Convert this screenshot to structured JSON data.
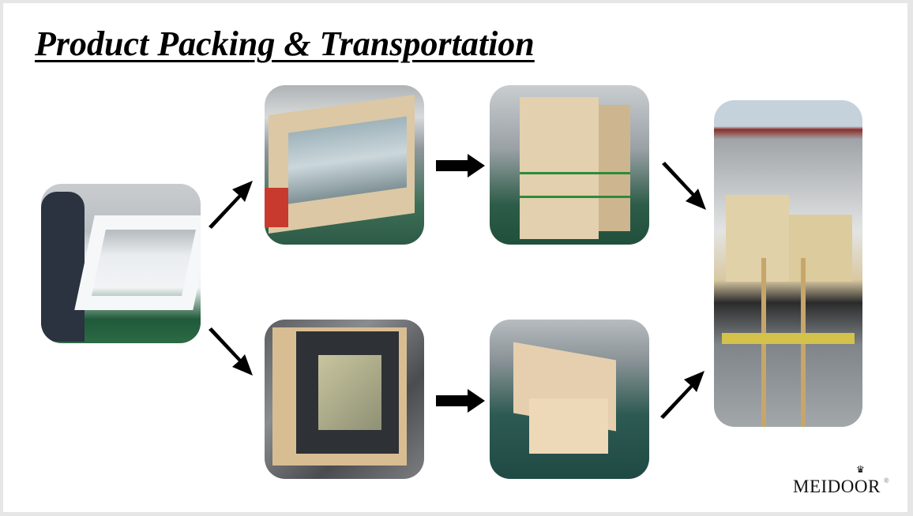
{
  "title": "Product Packing & Transportation",
  "photos": [
    {
      "name": "photo-wrapping-window-frame",
      "icon": "photo"
    },
    {
      "name": "photo-wrapped-frames-on-pallet",
      "icon": "photo"
    },
    {
      "name": "photo-wooden-crate-packed",
      "icon": "photo"
    },
    {
      "name": "photo-window-in-carton-box",
      "icon": "photo"
    },
    {
      "name": "photo-stacked-carton-boxes",
      "icon": "photo"
    },
    {
      "name": "photo-container-loading",
      "icon": "photo"
    }
  ],
  "brand": {
    "name": "MEIDOOR",
    "registered": "®"
  },
  "colors": {
    "arrow": "#000000",
    "border": "#e6e6e6"
  }
}
